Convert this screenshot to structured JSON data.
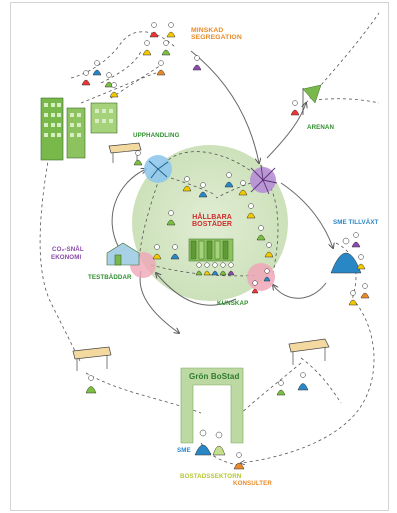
{
  "labels": {
    "minskad_segregation": "MINSKAD\nSEGREGATION",
    "upphandling": "UPPHANDLING",
    "arenan": "ARENAN",
    "hallbara_bostader": "HÅLLBARA\nBOSTÄDER",
    "sme_tillvaxt": "SME TILLVÄXT",
    "co2_snal_ekonomi_line1": "CO₂-SNÅL",
    "co2_snal_ekonomi_line2": "EKONOMI",
    "testbaddar": "TESTBÄDDAR",
    "kunskap": "KUNSKAP",
    "gron_bostad": "Grön BoStad",
    "sme": "SME",
    "bostadssektorn": "BOSTADSSEKTORN",
    "konsulter": "KONSULTER"
  },
  "colors": {
    "hub_green": "#cfe4bd",
    "blue_node": "#8fc8ec",
    "purple_node": "#b58ad6",
    "pink_node": "#f0a6b8",
    "building_green": "#79b84a",
    "frame_green": "#bcd9a3"
  }
}
